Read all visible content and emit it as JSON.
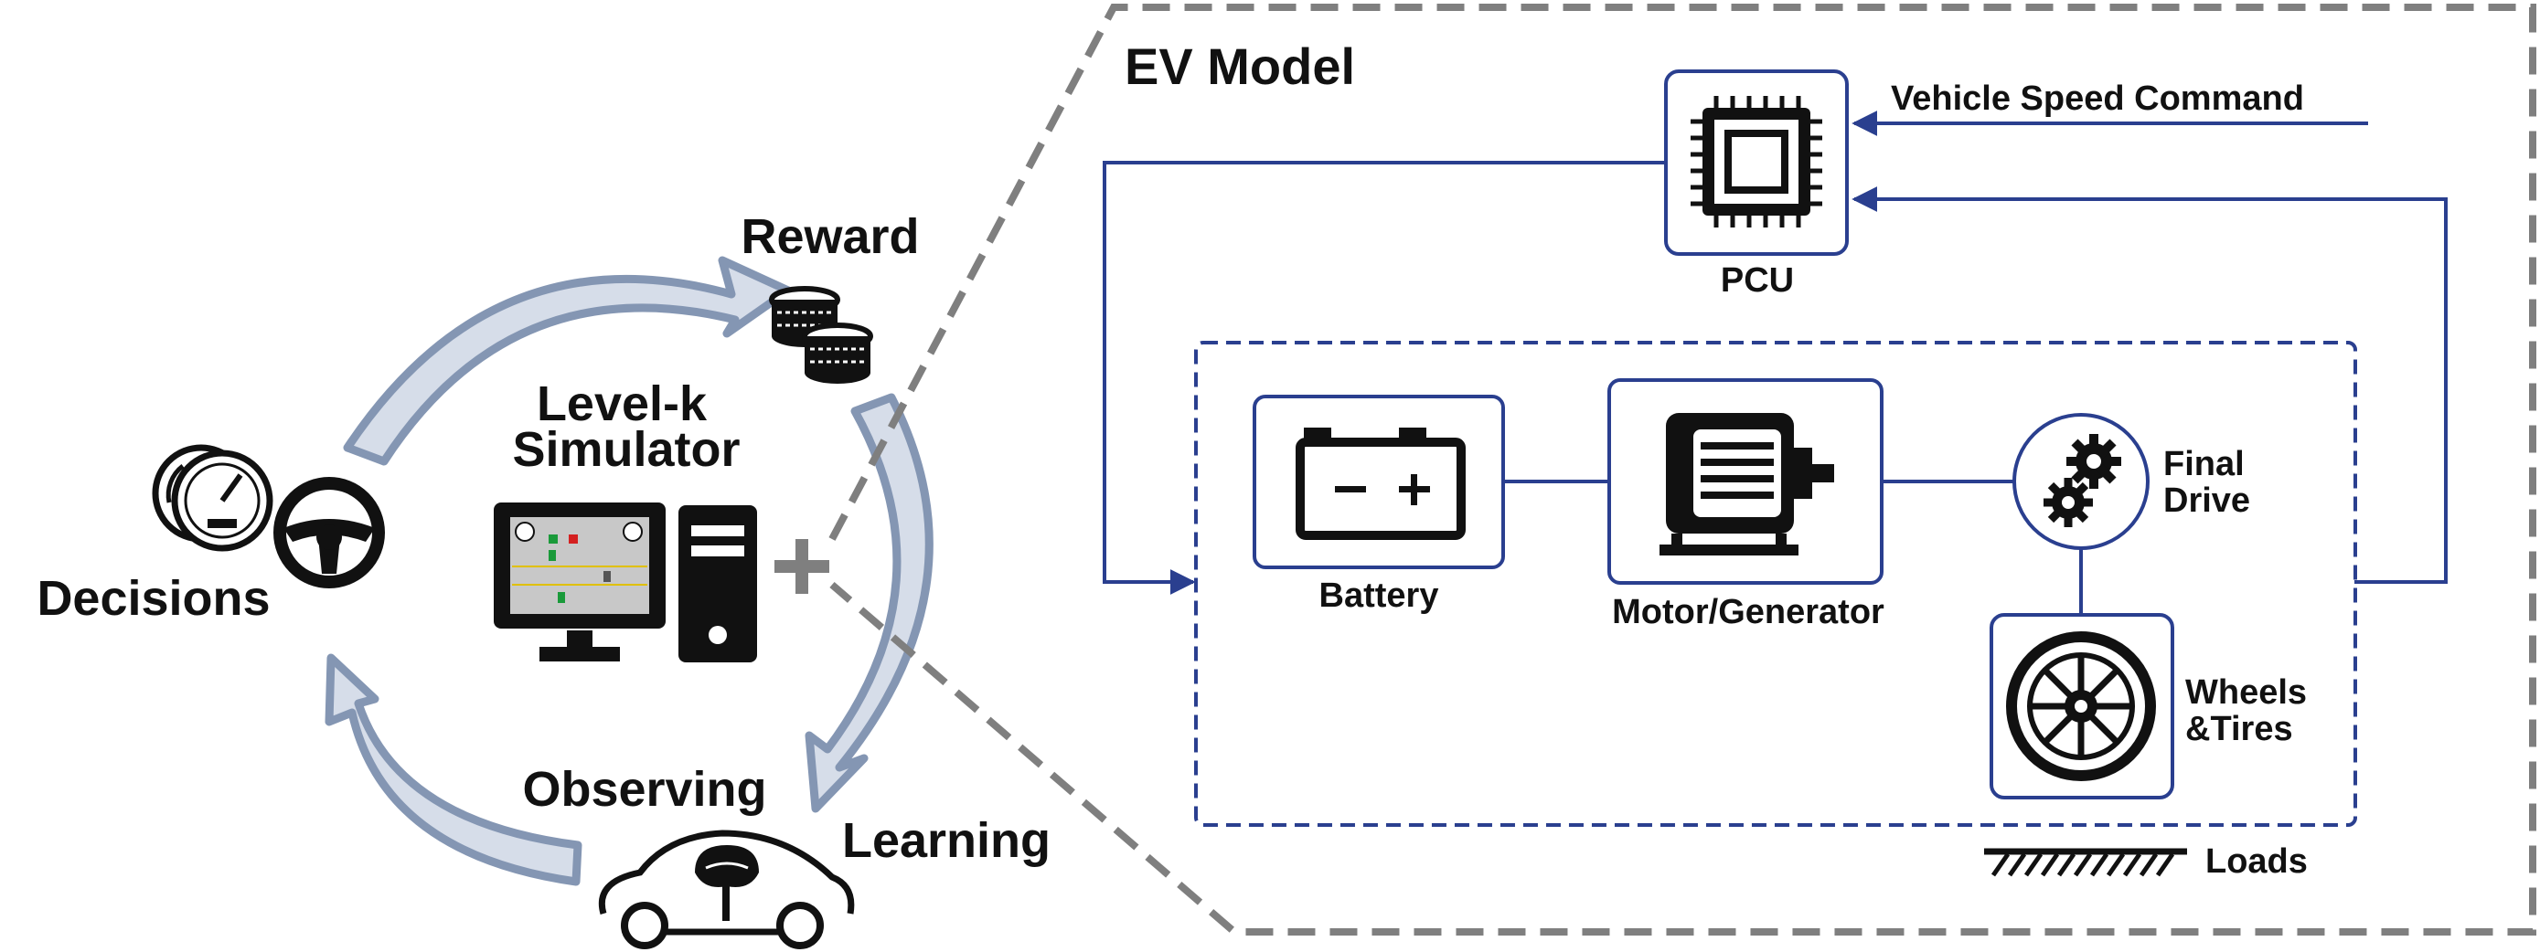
{
  "labels": {
    "ev_model": "EV Model",
    "vehicle_speed_command": "Vehicle Speed Command",
    "pcu": "PCU",
    "battery": "Battery",
    "motor_generator": "Motor/Generator",
    "final_drive_1": "Final",
    "final_drive_2": "Drive",
    "wheels_1": "Wheels",
    "wheels_2": "&Tires",
    "loads": "Loads",
    "reward": "Reward",
    "simulator_1": "Level-k",
    "simulator_2": "Simulator",
    "decisions": "Decisions",
    "observing": "Observing",
    "learning": "Learning"
  },
  "colors": {
    "line_blue": "#2a3f8f",
    "dash_gray": "#7f7f7f",
    "arrow_fill": "#d6dde9",
    "arrow_stroke": "#8496b3",
    "icon_black": "#111111"
  },
  "icons": [
    "gauge-icon",
    "steering-wheel-icon",
    "coins-icon",
    "computer-icon",
    "plus-icon",
    "car-brain-icon",
    "chip-icon",
    "battery-icon",
    "motor-icon",
    "gears-icon",
    "wheel-icon",
    "ground-icon"
  ]
}
